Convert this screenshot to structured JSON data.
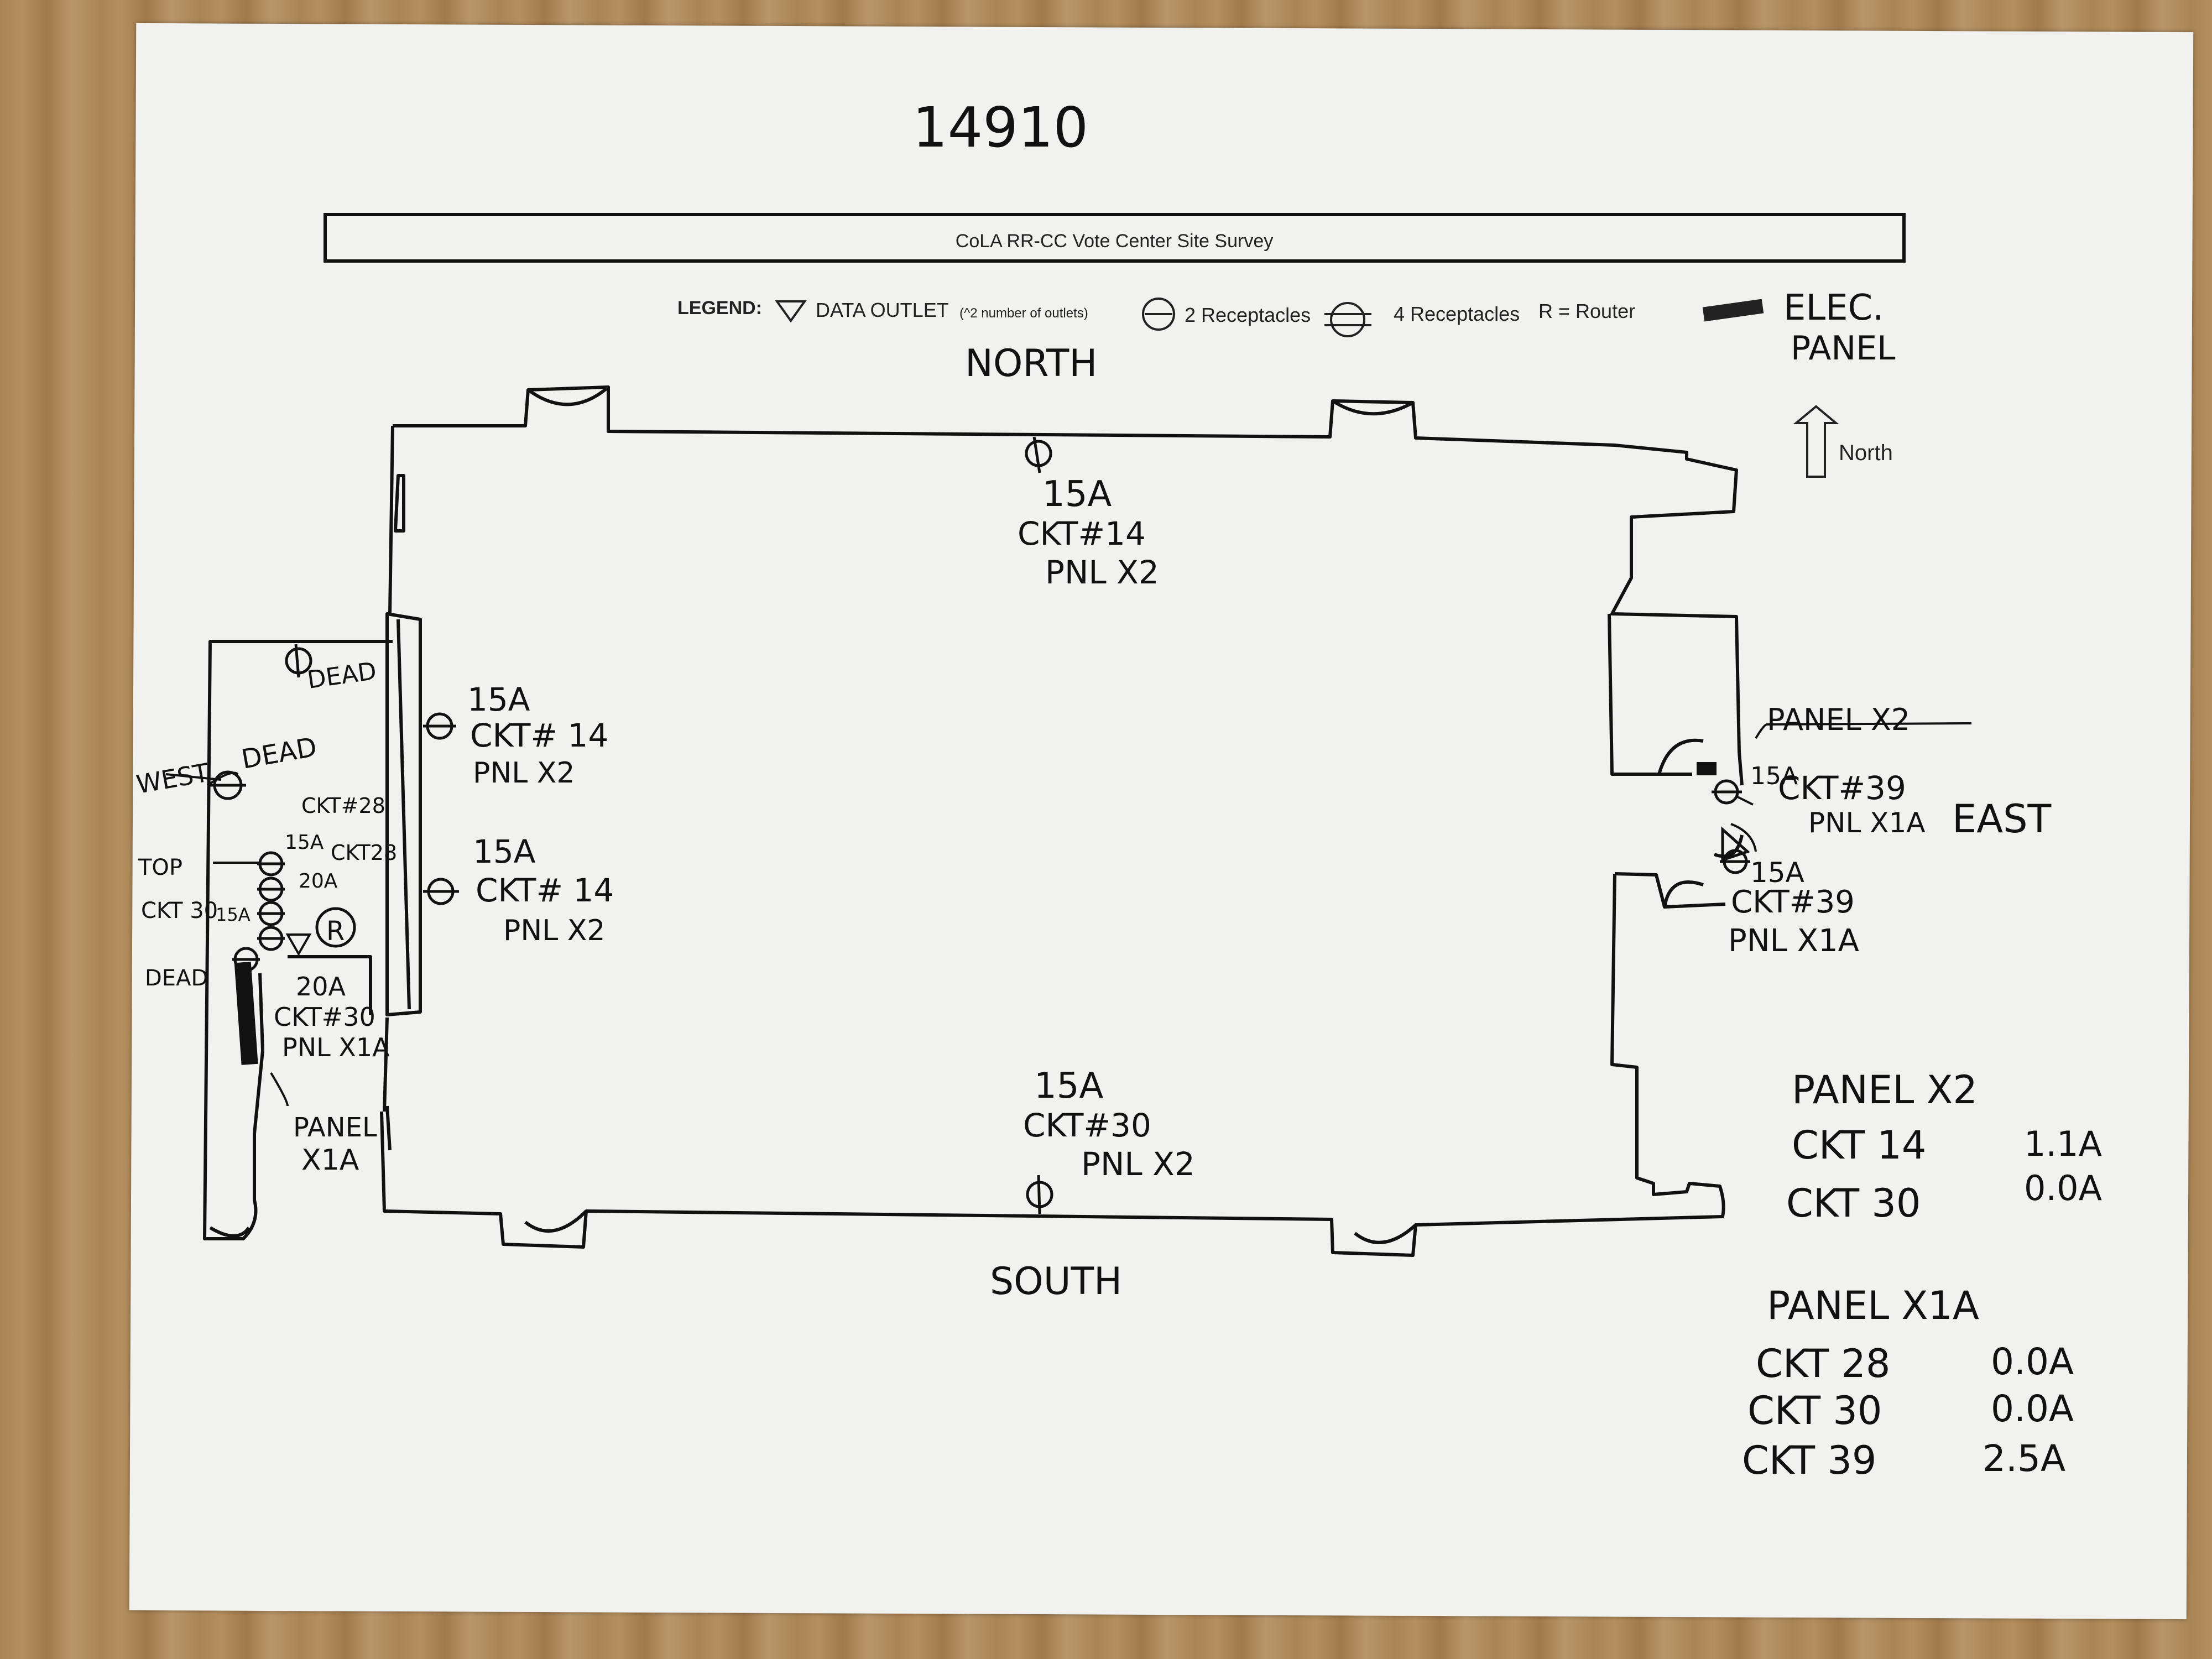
{
  "page_number": "14910",
  "title": "CoLA RR-CC Vote Center Site Survey",
  "legend": {
    "heading": "LEGEND:",
    "data_outlet": "DATA OUTLET",
    "data_outlet_note": "(^2 number of outlets)",
    "two_receptacles": "2 Receptacles",
    "four_receptacles": "4 Receptacles",
    "router": "R = Router",
    "elec_panel_line1": "ELEC.",
    "elec_panel_line2": "PANEL",
    "north_arrow": "North"
  },
  "walls": {
    "north": "NORTH",
    "south": "SOUTH",
    "east": "EAST",
    "west": "WEST"
  },
  "annotations": {
    "north_outlet": [
      "15A",
      "CKT#14",
      "PNL X2"
    ],
    "west_upper_outlet": [
      "15A",
      "CKT# 14",
      "PNL X2"
    ],
    "west_lower_outlet": [
      "15A",
      "CKT# 14",
      "PNL X2"
    ],
    "south_outlet": [
      "15A",
      "CKT#30",
      "PNL X2"
    ],
    "east_panel": "PANEL X2",
    "east_upper_outlet": [
      "15A",
      "CKT#39",
      "PNL X1A"
    ],
    "east_lower_outlet": [
      "15A",
      "CKT#39",
      "PNL X1A"
    ],
    "annex_dead_1": "DEAD",
    "annex_dead_2": "DEAD",
    "annex_dead_3": "DEAD",
    "annex_ckt28": "CKT#28",
    "annex_15a_1": "15A",
    "annex_ckt28_b": "CKT28",
    "annex_20a_1": "20A",
    "annex_top": "TOP",
    "annex_ckt30": "CKT 30",
    "annex_15a_2": "15A",
    "annex_router": "R",
    "annex_outlet_block": [
      "20A",
      "CKT#30",
      "PNL X1A"
    ],
    "annex_panel": [
      "PANEL",
      "X1A"
    ]
  },
  "panel_x2_table": {
    "heading": "PANEL X2",
    "rows": [
      {
        "circuit": "CKT 14",
        "amps": "1.1A"
      },
      {
        "circuit": "CKT 30",
        "amps": "0.0A"
      }
    ]
  },
  "panel_x1a_table": {
    "heading": "PANEL X1A",
    "rows": [
      {
        "circuit": "CKT 28",
        "amps": "0.0A"
      },
      {
        "circuit": "CKT 30",
        "amps": "0.0A"
      },
      {
        "circuit": "CKT 39",
        "amps": "2.5A"
      }
    ]
  }
}
